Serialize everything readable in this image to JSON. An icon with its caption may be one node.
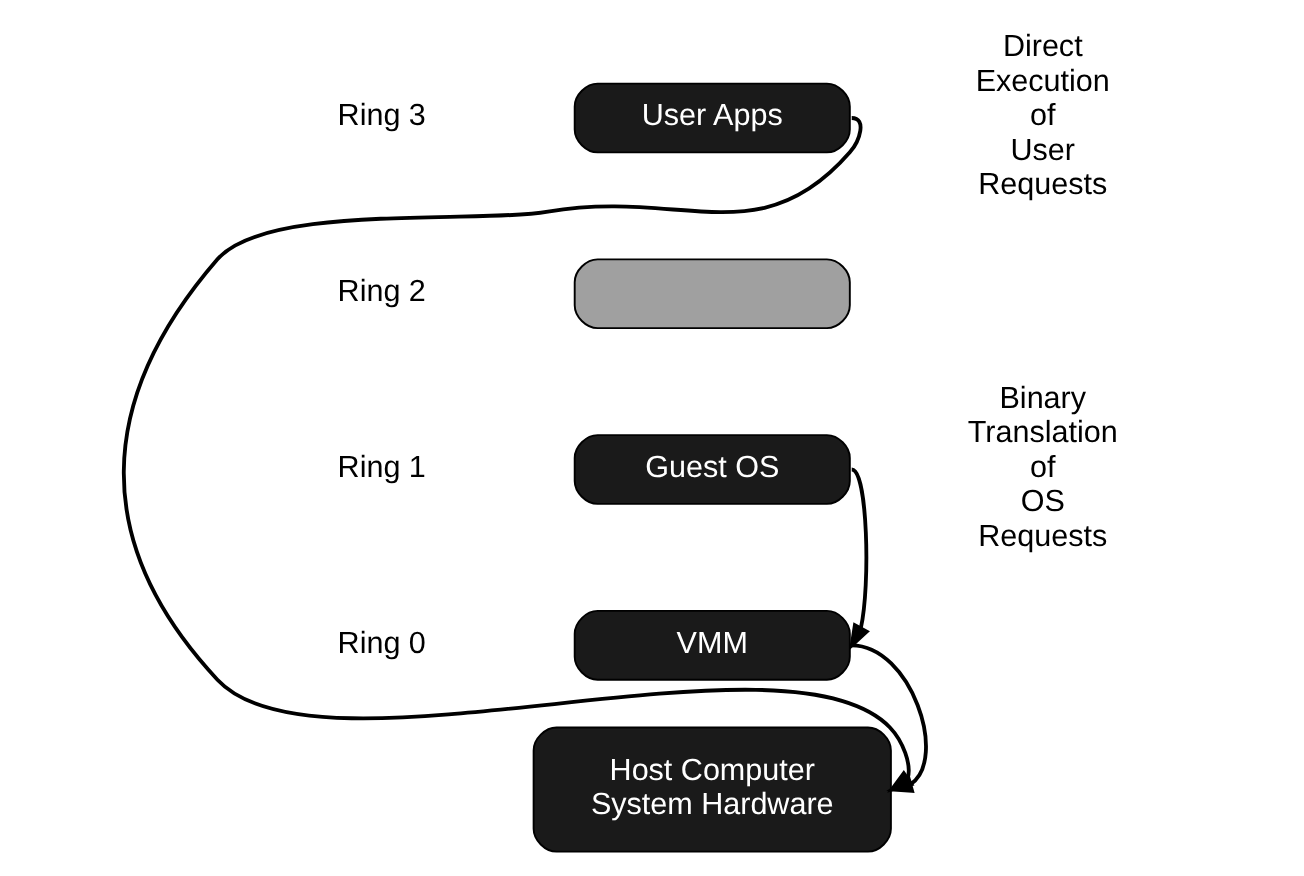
{
  "diagram": {
    "nodes": [
      {
        "text": [
          "User Apps"
        ]
      },
      {
        "text": [],
        "shape": "box"
      },
      {
        "text": [
          "Guest OS"
        ]
      },
      {
        "text": [
          "VMM"
        ]
      },
      {
        "text": [
          "Host Computer System Hardware"
        ]
      }
    ],
    "edges": [
      {
        "from": 0,
        "to": 4,
        "arrow": "to"
      },
      {
        "from": 2,
        "to": 3,
        "arrow": "to"
      },
      {
        "from": 3,
        "to": 4,
        "arrow": "to"
      }
    ],
    "labels": [
      "Ring 3",
      "Direct Execution of User Requests",
      "Ring 2",
      "Ring 1",
      "Binary Translation of OS Requests",
      "Ring 0"
    ]
  }
}
